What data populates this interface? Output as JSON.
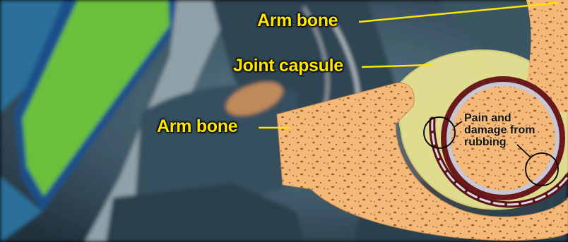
{
  "labels": {
    "arm_bone_top": "Arm bone",
    "joint_capsule": "Joint capsule",
    "arm_bone_left": "Arm bone",
    "pain_line1": "Pain and",
    "pain_line2": "damage from",
    "pain_line3": "rubbing"
  },
  "colors": {
    "label_yellow": "#ffe600",
    "bone": "#f4b878",
    "capsule": "#e8e89a",
    "cartilage": "#5a1418",
    "background_blue": "#3f5a6a",
    "green_panel": "#69c13b"
  }
}
